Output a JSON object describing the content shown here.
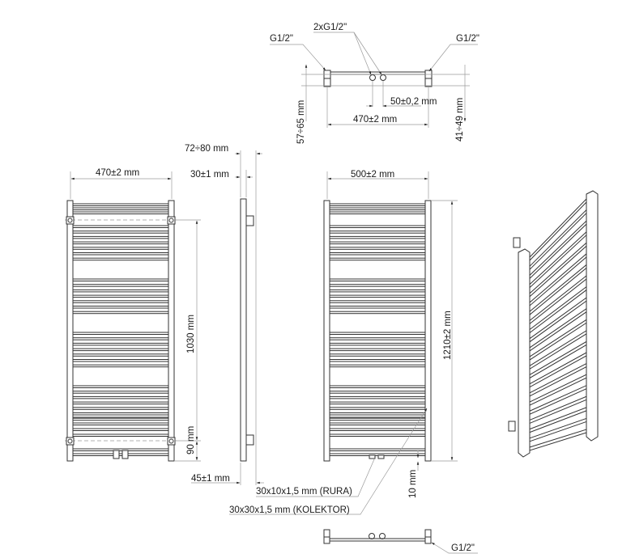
{
  "title": "Towel radiator technical drawing",
  "top_view": {
    "label_left_connection": "G1/2\"",
    "label_center_connections": "2xG1/2\"",
    "label_right_connection": "G1/2\"",
    "dim_connection_spacing": "50±0,2 mm",
    "dim_width": "470±2 mm",
    "dim_wall_distance_left": "57÷65 mm",
    "dim_wall_distance_right": "41÷49 mm"
  },
  "front_view": {
    "dim_width": "470±2 mm",
    "dim_mount_spacing": "1030 mm",
    "dim_bottom_mount": "90 mm"
  },
  "side_view": {
    "dim_wall_distance": "72÷80 mm",
    "dim_depth": "30±1 mm",
    "dim_bottom_depth": "45±1 mm"
  },
  "back_view": {
    "dim_width": "500±2 mm",
    "dim_height": "1210±2 mm",
    "dim_bottom_offset": "10 mm",
    "label_tube": "30x10x1,5 mm (RURA)",
    "label_collector": "30x30x1,5 mm (KOLEKTOR)"
  },
  "bottom_view": {
    "label_connection": "G1/2\""
  }
}
